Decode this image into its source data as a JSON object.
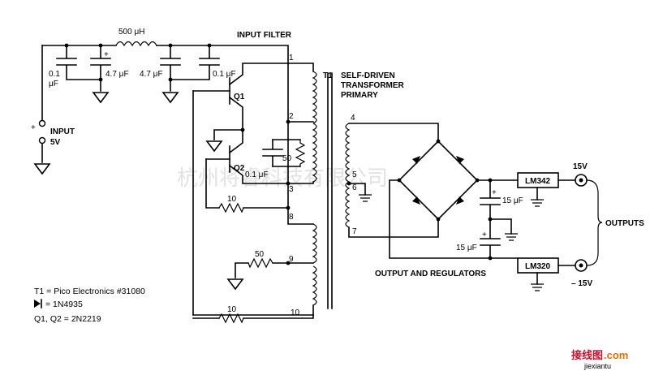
{
  "labels": {
    "input_filter": "INPUT FILTER",
    "inductor_value": "500 μH",
    "t1": "T1",
    "self_driven_line1": "SELF-DRIVEN",
    "self_driven_line2": "TRANSFORMER",
    "self_driven_line3": "PRIMARY",
    "cap_0_1_a_top": "0.1",
    "cap_0_1_a_bottom": "μF",
    "cap_4_7_a": "4.7 μF",
    "cap_4_7_b": "4.7 μF",
    "cap_0_1_b": "0.1 μF",
    "input_plus": "+",
    "input": "INPUT",
    "input_5v": "5V",
    "q1": "Q1",
    "q2": "Q2",
    "res_50_tank": "50",
    "cap_0_1_tank": "0.1 μF",
    "res_10_a": "10",
    "res_50_b": "50",
    "res_10_b": "10",
    "pin1": "1",
    "pin2": "2",
    "pin3": "3",
    "pin4": "4",
    "pin5": "5",
    "pin6": "6",
    "pin7": "7",
    "pin8": "8",
    "pin9": "9",
    "pin10": "10",
    "reg_top": "LM342",
    "reg_bottom": "LM320",
    "cap_15_a": "15 μF",
    "cap_15_b": "15 μF",
    "plus_a": "+",
    "plus_b": "+",
    "out_15v": "15V",
    "out_neg_15v": "– 15V",
    "outputs": "OUTPUTS",
    "output_and_regulators": "OUTPUT AND REGULATORS",
    "legend_t1": "T1 = Pico Electronics #31080",
    "legend_diode": "= 1N4935",
    "legend_q": "Q1, Q2 = 2N2219",
    "watermark": "杭州将睿科技有限公司",
    "logo_text": "接线图",
    "logo_com": ".com",
    "logo_sub": "jiexiantu"
  }
}
